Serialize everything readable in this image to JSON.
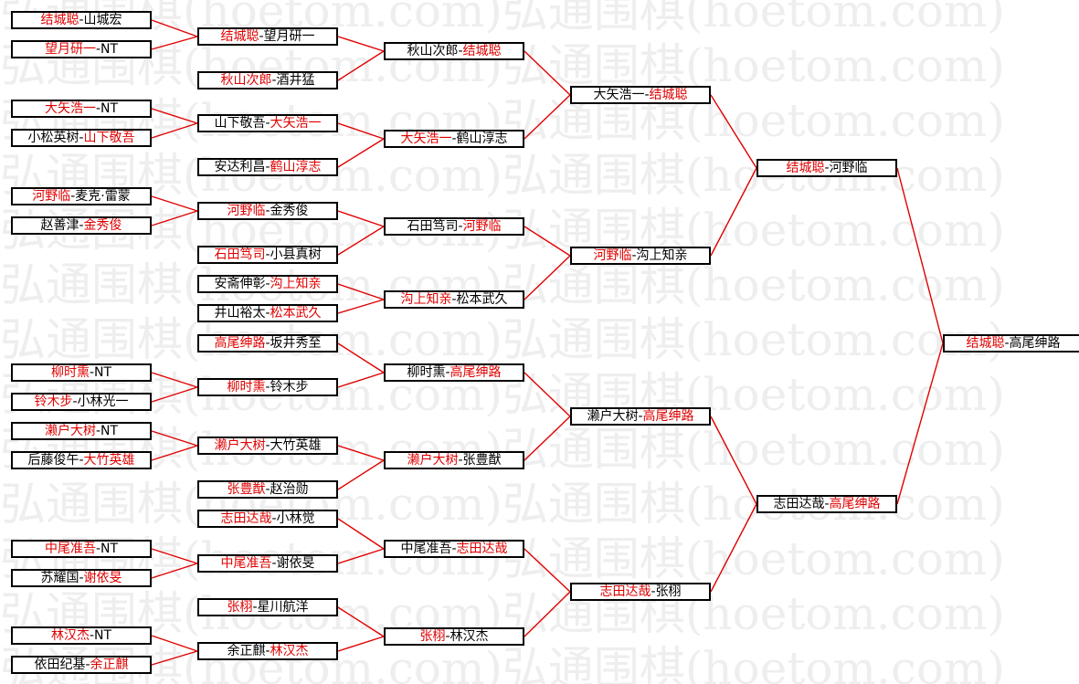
{
  "watermark": "弘通围棋(hoetom.com)",
  "colors": {
    "winner": "#e00000",
    "text": "#000000",
    "line": "#e00000",
    "watermark": "#eeeeee"
  },
  "separator": "-",
  "matches": [
    {
      "id": "r1-1",
      "p1": "结城聪",
      "p2": "山城宏",
      "winner": 1
    },
    {
      "id": "r1-2",
      "p1": "望月研一",
      "p2": "NT",
      "winner": 1
    },
    {
      "id": "r1-3",
      "p1": "大矢浩一",
      "p2": "NT",
      "winner": 1
    },
    {
      "id": "r1-4",
      "p1": "小松英树",
      "p2": "山下敬吾",
      "winner": 2
    },
    {
      "id": "r1-5",
      "p1": "河野临",
      "p2": "麦克·雷蒙",
      "winner": 1
    },
    {
      "id": "r1-6",
      "p1": "赵善津",
      "p2": "金秀俊",
      "winner": 2
    },
    {
      "id": "r1-7",
      "p1": "柳时熏",
      "p2": "NT",
      "winner": 1
    },
    {
      "id": "r1-8",
      "p1": "铃木步",
      "p2": "小林光一",
      "winner": 1
    },
    {
      "id": "r1-9",
      "p1": "濑户大树",
      "p2": "NT",
      "winner": 1
    },
    {
      "id": "r1-10",
      "p1": "后藤俊午",
      "p2": "大竹英雄",
      "winner": 2
    },
    {
      "id": "r1-11",
      "p1": "中尾准吾",
      "p2": "NT",
      "winner": 1
    },
    {
      "id": "r1-12",
      "p1": "苏耀国",
      "p2": "谢依旻",
      "winner": 2
    },
    {
      "id": "r1-13",
      "p1": "林汉杰",
      "p2": "NT",
      "winner": 1
    },
    {
      "id": "r1-14",
      "p1": "依田纪基",
      "p2": "余正麒",
      "winner": 2
    },
    {
      "id": "r2-1",
      "p1": "结城聪",
      "p2": "望月研一",
      "winner": 1
    },
    {
      "id": "r2-2",
      "p1": "秋山次郎",
      "p2": "酒井猛",
      "winner": 1
    },
    {
      "id": "r2-3",
      "p1": "山下敬吾",
      "p2": "大矢浩一",
      "winner": 2
    },
    {
      "id": "r2-4",
      "p1": "安达利昌",
      "p2": "鹤山淳志",
      "winner": 2
    },
    {
      "id": "r2-5",
      "p1": "河野临",
      "p2": "金秀俊",
      "winner": 1
    },
    {
      "id": "r2-6",
      "p1": "石田笃司",
      "p2": "小县真树",
      "winner": 1
    },
    {
      "id": "r2-7",
      "p1": "安斋伸彰",
      "p2": "沟上知亲",
      "winner": 2
    },
    {
      "id": "r2-8",
      "p1": "井山裕太",
      "p2": "松本武久",
      "winner": 2
    },
    {
      "id": "r2-9",
      "p1": "高尾绅路",
      "p2": "坂井秀至",
      "winner": 1
    },
    {
      "id": "r2-10",
      "p1": "柳时熏",
      "p2": "铃木步",
      "winner": 1
    },
    {
      "id": "r2-11",
      "p1": "濑户大树",
      "p2": "大竹英雄",
      "winner": 1
    },
    {
      "id": "r2-12",
      "p1": "张豊猷",
      "p2": "赵治勋",
      "winner": 1
    },
    {
      "id": "r2-13",
      "p1": "志田达哉",
      "p2": "小林觉",
      "winner": 1
    },
    {
      "id": "r2-14",
      "p1": "中尾准吾",
      "p2": "谢依旻",
      "winner": 1
    },
    {
      "id": "r2-15",
      "p1": "张栩",
      "p2": "星川航洋",
      "winner": 1
    },
    {
      "id": "r2-16",
      "p1": "余正麒",
      "p2": "林汉杰",
      "winner": 2
    },
    {
      "id": "r3-1",
      "p1": "秋山次郎",
      "p2": "结城聪",
      "winner": 2
    },
    {
      "id": "r3-2",
      "p1": "大矢浩一",
      "p2": "鹤山淳志",
      "winner": 1
    },
    {
      "id": "r3-3",
      "p1": "石田笃司",
      "p2": "河野临",
      "winner": 2
    },
    {
      "id": "r3-4",
      "p1": "沟上知亲",
      "p2": "松本武久",
      "winner": 1
    },
    {
      "id": "r3-5",
      "p1": "柳时熏",
      "p2": "高尾绅路",
      "winner": 2
    },
    {
      "id": "r3-6",
      "p1": "濑户大树",
      "p2": "张豊猷",
      "winner": 1
    },
    {
      "id": "r3-7",
      "p1": "中尾准吾",
      "p2": "志田达哉",
      "winner": 2
    },
    {
      "id": "r3-8",
      "p1": "张栩",
      "p2": "林汉杰",
      "winner": 1
    },
    {
      "id": "r4-1",
      "p1": "大矢浩一",
      "p2": "结城聪",
      "winner": 2
    },
    {
      "id": "r4-2",
      "p1": "河野临",
      "p2": "沟上知亲",
      "winner": 1
    },
    {
      "id": "r4-3",
      "p1": "濑户大树",
      "p2": "高尾绅路",
      "winner": 2
    },
    {
      "id": "r4-4",
      "p1": "志田达哉",
      "p2": "张栩",
      "winner": 1
    },
    {
      "id": "r5-1",
      "p1": "结城聪",
      "p2": "河野临",
      "winner": 1
    },
    {
      "id": "r5-2",
      "p1": "志田达哉",
      "p2": "高尾绅路",
      "winner": 2
    },
    {
      "id": "final",
      "p1": "结城聪",
      "p2": "高尾绅路",
      "winner": 1
    }
  ]
}
